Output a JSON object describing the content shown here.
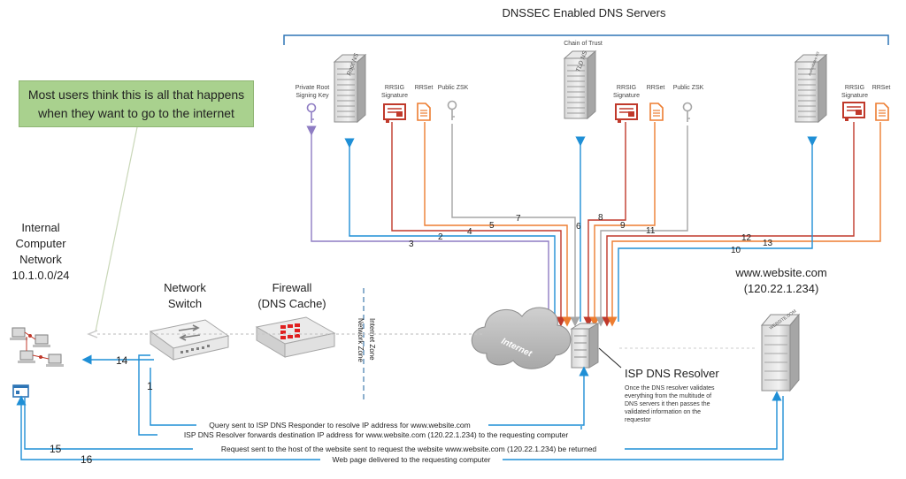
{
  "title": "DNSSEC Enabled DNS Servers",
  "callout": {
    "line1": "Most users think this is all that happens",
    "line2": "when they want to go to the internet"
  },
  "internal_network": {
    "line1": "Internal",
    "line2": "Computer",
    "line3": "Network",
    "line4": "10.1.0.0/24"
  },
  "network_switch": {
    "line1": "Network",
    "line2": "Switch"
  },
  "firewall": {
    "line1": "Firewall",
    "line2": "(DNS Cache)"
  },
  "zones": {
    "internet": "Internet Zone",
    "network": "Network Zone"
  },
  "internet_cloud": "Internet",
  "website": {
    "line1": "www.website.com",
    "line2": "(120.22.1.234)",
    "server_text": "WEBSITE.COM"
  },
  "isp_resolver": {
    "title": "ISP DNS Resolver",
    "desc": [
      "Once the DNS resolver validates",
      "everything from the multitude of",
      "DNS servers it then passes the",
      "validated information on the",
      "requestor"
    ]
  },
  "root_server": {
    "label": "Root NS",
    "items": {
      "key_line1": "Private Root",
      "key_line2": "Signing Key",
      "rrsig_line1": "RRSIG",
      "rrsig_line2": "Signature",
      "rrset": "RRSet",
      "zsk": "Public ZSK"
    }
  },
  "tld_server": {
    "label": "TLD NS",
    "chain": "Chain of Trust",
    "items": {
      "rrsig_line1": "RRSIG",
      "rrsig_line2": "Signature",
      "rrset": "RRSet",
      "zsk": "Public ZSK"
    }
  },
  "auth_server": {
    "label": "Authoritative NS",
    "items": {
      "rrsig_line1": "RRSIG",
      "rrsig_line2": "Signature",
      "rrset": "RRSet"
    }
  },
  "steps": {
    "s1": "1",
    "s2": "2",
    "s3": "3",
    "s4": "4",
    "s5": "5",
    "s6": "6",
    "s7": "7",
    "s8": "8",
    "s9": "9",
    "s10": "10",
    "s11": "11",
    "s12": "12",
    "s13": "13",
    "s14": "14",
    "s15": "15",
    "s16": "16"
  },
  "flows": {
    "query": "Query sent to ISP DNS Responder to resolve IP address for www.website.com",
    "forward": "ISP DNS Resolver forwards destination IP address for www.website.com (120.22.1.234) to the requesting computer",
    "request": "Request sent to the host of the website sent to request the website www.website.com (120.22.1.234) be returned",
    "deliver": "Web page delivered to the requesting computer"
  },
  "colors": {
    "blue": "#1f8fd6",
    "purple": "#8e7cc3",
    "red": "#c0392b",
    "orange": "#ed7d31",
    "gray": "#a6a6a6",
    "green": "#a9d18e",
    "bracket": "#2e75b6",
    "firewall_red": "#e02020"
  }
}
